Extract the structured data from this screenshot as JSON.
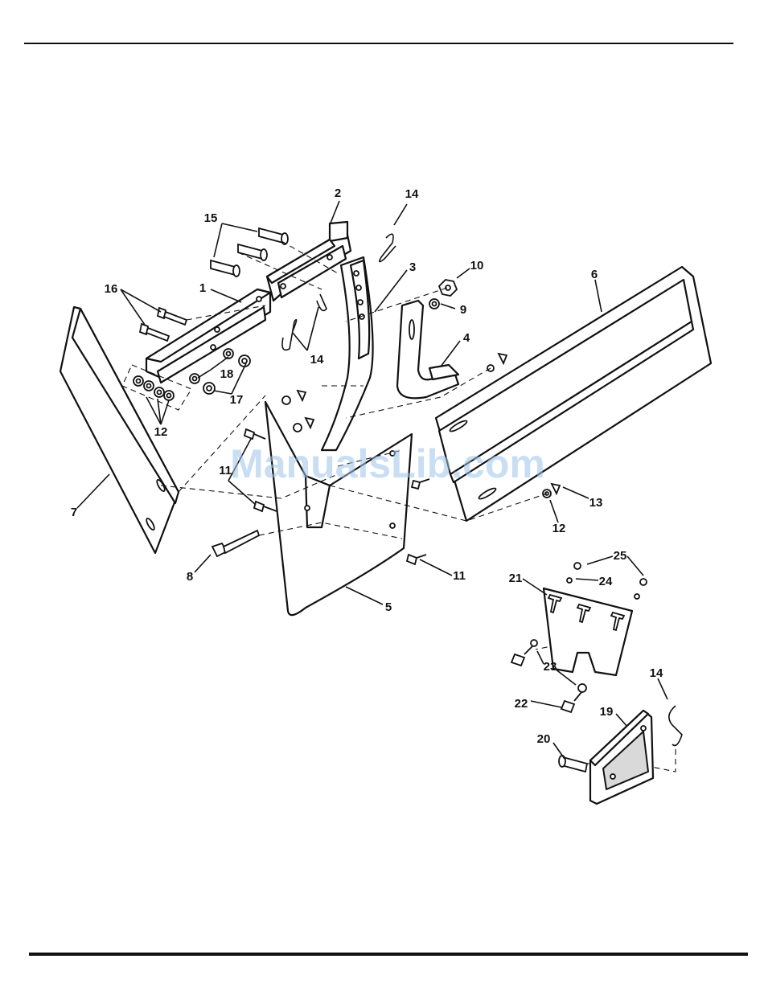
{
  "watermark": "ManualsLib.com",
  "callouts": [
    {
      "id": "c1",
      "text": "1"
    },
    {
      "id": "c2",
      "text": "2"
    },
    {
      "id": "c3",
      "text": "3"
    },
    {
      "id": "c4",
      "text": "4"
    },
    {
      "id": "c5",
      "text": "5"
    },
    {
      "id": "c6",
      "text": "6"
    },
    {
      "id": "c7",
      "text": "7"
    },
    {
      "id": "c8",
      "text": "8"
    },
    {
      "id": "c9",
      "text": "9"
    },
    {
      "id": "c10",
      "text": "10"
    },
    {
      "id": "c11a",
      "text": "11"
    },
    {
      "id": "c11b",
      "text": "11"
    },
    {
      "id": "c12a",
      "text": "12"
    },
    {
      "id": "c12b",
      "text": "12"
    },
    {
      "id": "c13",
      "text": "13"
    },
    {
      "id": "c14a",
      "text": "14"
    },
    {
      "id": "c14b",
      "text": "14"
    },
    {
      "id": "c14c",
      "text": "14"
    },
    {
      "id": "c15",
      "text": "15"
    },
    {
      "id": "c16",
      "text": "16"
    },
    {
      "id": "c17",
      "text": "17"
    },
    {
      "id": "c18",
      "text": "18"
    },
    {
      "id": "c19",
      "text": "19"
    },
    {
      "id": "c20",
      "text": "20"
    },
    {
      "id": "c21",
      "text": "21"
    },
    {
      "id": "c22",
      "text": "22"
    },
    {
      "id": "c23",
      "text": "23"
    },
    {
      "id": "c24",
      "text": "24"
    },
    {
      "id": "c25",
      "text": "25"
    }
  ]
}
